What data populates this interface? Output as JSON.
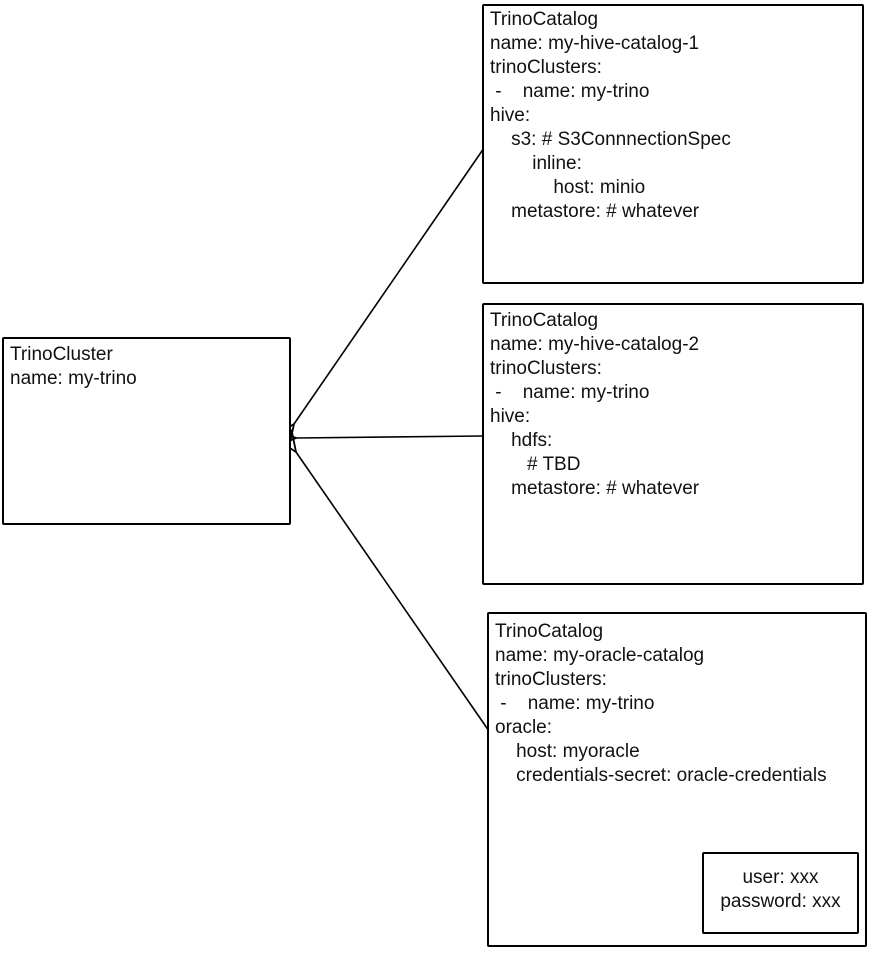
{
  "colors": {
    "background": "#ffffff",
    "line": "#000000",
    "text": "#111111"
  },
  "boxes": {
    "cluster": {
      "kind": "TrinoCluster",
      "lines": [
        "TrinoCluster",
        "name: my-trino"
      ]
    },
    "catalog1": {
      "kind": "TrinoCatalog",
      "lines": [
        "TrinoCatalog",
        "name: my-hive-catalog-1",
        "trinoClusters:",
        " -    name: my-trino",
        "hive:",
        "    s3: # S3ConnnectionSpec",
        "        inline:",
        "            host: minio",
        "    metastore: # whatever"
      ]
    },
    "catalog2": {
      "kind": "TrinoCatalog",
      "lines": [
        "TrinoCatalog",
        "name: my-hive-catalog-2",
        "trinoClusters:",
        " -    name: my-trino",
        "hive:",
        "    hdfs:",
        "       # TBD",
        "    metastore: # whatever"
      ]
    },
    "catalog3": {
      "kind": "TrinoCatalog",
      "lines": [
        "TrinoCatalog",
        "name: my-oracle-catalog",
        "trinoClusters:",
        " -    name: my-trino",
        "oracle:",
        "    host: myoracle",
        "    credentials-secret: oracle-credentials"
      ]
    },
    "secret": {
      "kind": "Secret",
      "lines": [
        "user: xxx",
        "password: xxx"
      ]
    }
  },
  "edges": [
    {
      "from": "TrinoCatalog my-hive-catalog-1",
      "to": "TrinoCluster my-trino"
    },
    {
      "from": "TrinoCatalog my-hive-catalog-2",
      "to": "TrinoCluster my-trino"
    },
    {
      "from": "TrinoCatalog my-oracle-catalog",
      "to": "TrinoCluster my-trino"
    },
    {
      "from": "credentials-secret: oracle-credentials",
      "to": "secret user/password box"
    }
  ]
}
